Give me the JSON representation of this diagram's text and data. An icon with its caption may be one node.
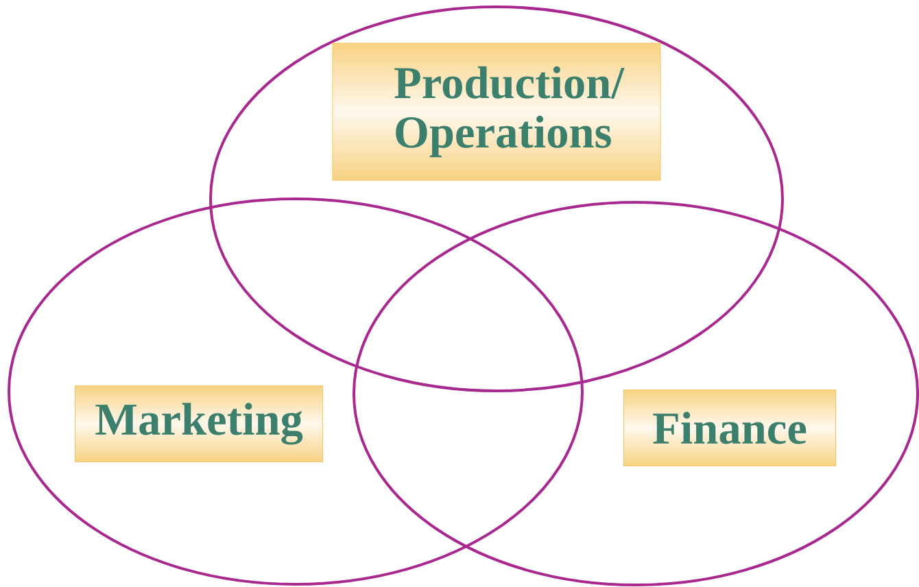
{
  "diagram": {
    "nodes": [
      {
        "text": [],
        "shape": "ellipse"
      },
      {
        "text": [
          "Production/ Operations"
        ],
        "in": 0
      },
      {
        "text": [],
        "shape": "ellipse"
      },
      {
        "text": [
          "Marketing"
        ],
        "in": 2
      },
      {
        "text": [],
        "shape": "ellipse"
      },
      {
        "text": [
          "Finance"
        ],
        "in": 4
      }
    ]
  }
}
